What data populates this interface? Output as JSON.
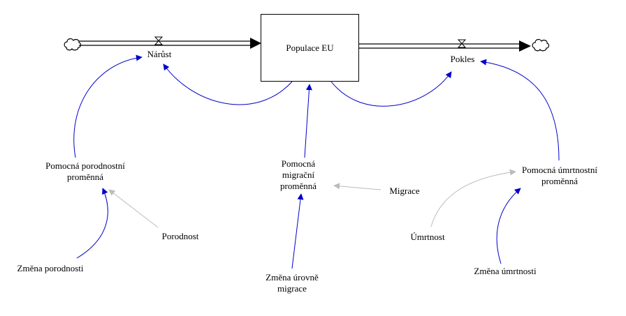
{
  "stock": {
    "label": "Populace EU"
  },
  "flows": {
    "inflow": "Nárůst",
    "outflow": "Pokles"
  },
  "auxiliaries": {
    "birth_aux_line1": "Pomocná porodnostní",
    "birth_aux_line2": "proměnná",
    "migration_aux_line1": "Pomocná",
    "migration_aux_line2": "migrační",
    "migration_aux_line3": "proměnná",
    "death_aux_line1": "Pomocná úmrtnostní",
    "death_aux_line2": "proměnná"
  },
  "constants": {
    "birth_rate": "Porodnost",
    "migration": "Migrace",
    "death_rate": "Úmrtnost",
    "birth_rate_change": "Změna porodnosti",
    "migration_change_line1": "Změna úrovně",
    "migration_change_line2": "migrace",
    "death_rate_change": "Změna úmrtnosti"
  },
  "colors": {
    "causal_link": "#0000cc",
    "ghost_link": "#bbbbbb",
    "flow_pipe": "#000000"
  }
}
